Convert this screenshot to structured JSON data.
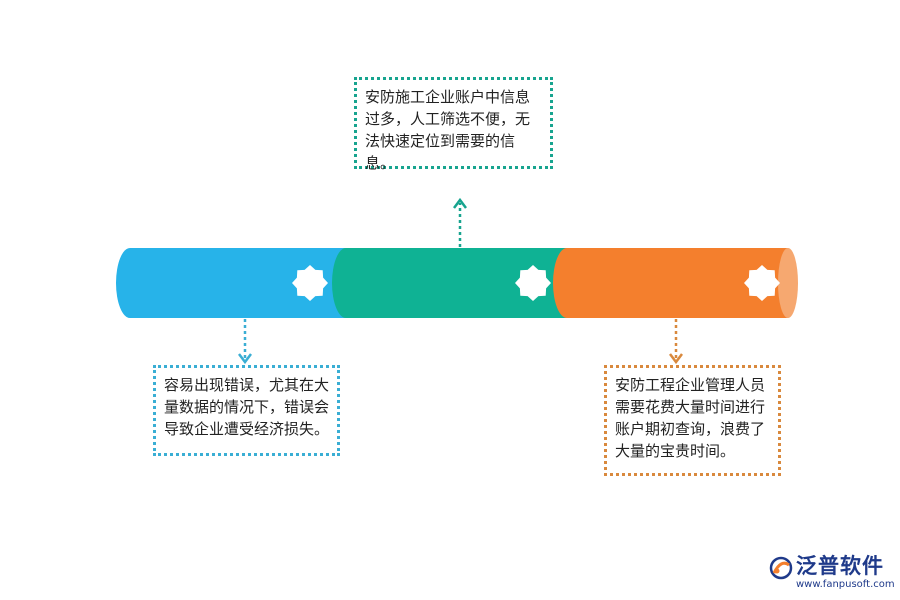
{
  "callouts": {
    "top": "安防施工企业账户中信息过多，人工筛选不便，无法快速定位到需要的信息。",
    "left": "容易出现错误，尤其在大量数据的情况下，错误会导致企业遭受经济损失。",
    "right": "安防工程企业管理人员需要花费大量时间进行账户期初查询，浪费了大量的宝贵时间。"
  },
  "colors": {
    "blue": "#27b3e9",
    "green": "#0fb294",
    "orange": "#f47f2d",
    "orange_end": "#f6a870",
    "brand": "#1f3a8a"
  },
  "logo": {
    "name": "泛普软件",
    "url": "www.fanpusoft.com"
  }
}
